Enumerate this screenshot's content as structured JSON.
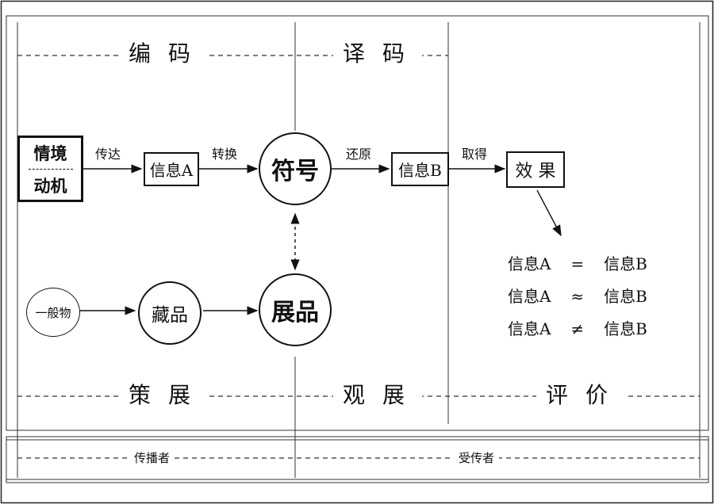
{
  "bands_top": {
    "encode": "编码",
    "decode": "译码"
  },
  "bands_bottom": {
    "curate": "策展",
    "view": "观展",
    "evaluate": "评价"
  },
  "footer": {
    "sender": "传播者",
    "receiver": "受传者"
  },
  "context_box": {
    "line1": "情境",
    "line2": "动机"
  },
  "arrows": {
    "convey": "传达",
    "convert": "转换",
    "restore": "还原",
    "obtain": "取得"
  },
  "nodes": {
    "info_a": "信息A",
    "symbol": "符号",
    "info_b": "信息B",
    "effect": "效 果",
    "general_object": "一般物",
    "collection": "藏品",
    "exhibit": "展品"
  },
  "outcomes": [
    {
      "left": "信息A",
      "op": "=",
      "right": "信息B"
    },
    {
      "left": "信息A",
      "op": "≈",
      "right": "信息B"
    },
    {
      "left": "信息A",
      "op": "≠",
      "right": "信息B"
    }
  ]
}
